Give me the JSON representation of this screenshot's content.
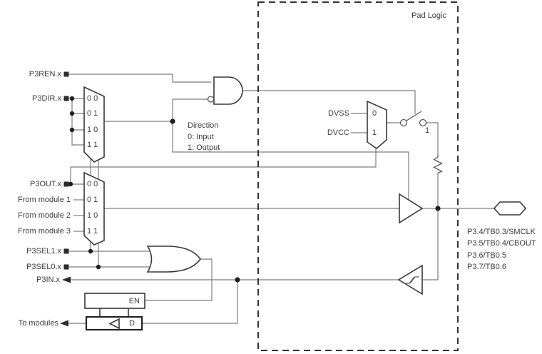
{
  "diagram": {
    "pad_logic_label": "Pad Logic",
    "colors": {
      "wire": "#7e7e7e",
      "symbol": "#383838",
      "text": "#3d3d3d",
      "background": "#ffffff"
    },
    "left_signals": {
      "p3ren": "P3REN.x",
      "p3dir": "P3DIR.x",
      "p3out": "P3OUT.x",
      "from_module_1": "From module 1",
      "from_module_2": "From module 2",
      "from_module_3": "From module 3",
      "p3sel1": "P3SEL1.x",
      "p3sel0": "P3SEL0.x",
      "p3in": "P3IN.x",
      "to_modules": "To modules"
    },
    "direction_mux": {
      "rows": [
        "0 0",
        "0 1",
        "1 0",
        "1 1"
      ]
    },
    "output_mux": {
      "rows": [
        "0 0",
        "0 1",
        "1 0",
        "1 1"
      ]
    },
    "direction_note": {
      "title": "Direction",
      "input": "0: Input",
      "output": "1: Output"
    },
    "pull_mux": {
      "dvss": "DVSS",
      "dvcc": "DVCC",
      "row0": "0",
      "row1": "1"
    },
    "switch": {
      "label": "1"
    },
    "latch": {
      "enable": "EN",
      "data": "D"
    },
    "pins": [
      "P3.4/TB0.3/SMCLK",
      "P3.5/TB0.4/CBOUT",
      "P3.6/TB0.5",
      "P3.7/TB0.6"
    ]
  }
}
